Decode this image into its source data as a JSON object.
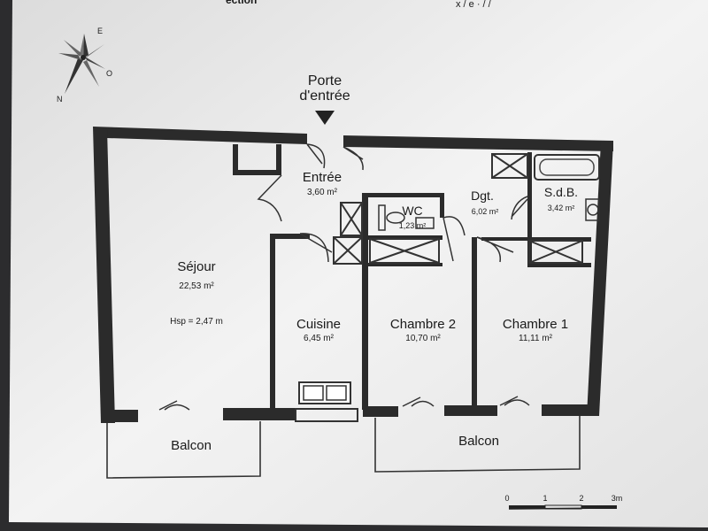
{
  "header": {
    "fragment_left": "ection",
    "fragment_right": "x / e · / /"
  },
  "compass": {
    "north": "N",
    "east": "E",
    "other": "O"
  },
  "entrance": {
    "line1": "Porte",
    "line2": "d'entrée"
  },
  "rooms": [
    {
      "id": "sejour",
      "name": "Séjour",
      "area": "22,53 m²",
      "extra": "Hsp = 2,47 m"
    },
    {
      "id": "entree",
      "name": "Entrée",
      "area": "3,60 m²"
    },
    {
      "id": "wc",
      "name": "WC",
      "area": "1,23 m²"
    },
    {
      "id": "dgt",
      "name": "Dgt.",
      "area": "6,02 m²"
    },
    {
      "id": "sdb",
      "name": "S.d.B.",
      "area": "3,42 m²"
    },
    {
      "id": "cuisine",
      "name": "Cuisine",
      "area": "6,45 m²"
    },
    {
      "id": "chambre2",
      "name": "Chambre 2",
      "area": "10,70 m²"
    },
    {
      "id": "chambre1",
      "name": "Chambre 1",
      "area": "11,11 m²"
    }
  ],
  "balconies": [
    {
      "name": "Balcon"
    },
    {
      "name": "Balcon"
    }
  ],
  "scale": {
    "ticks": [
      "0",
      "1",
      "2",
      "3m"
    ]
  }
}
